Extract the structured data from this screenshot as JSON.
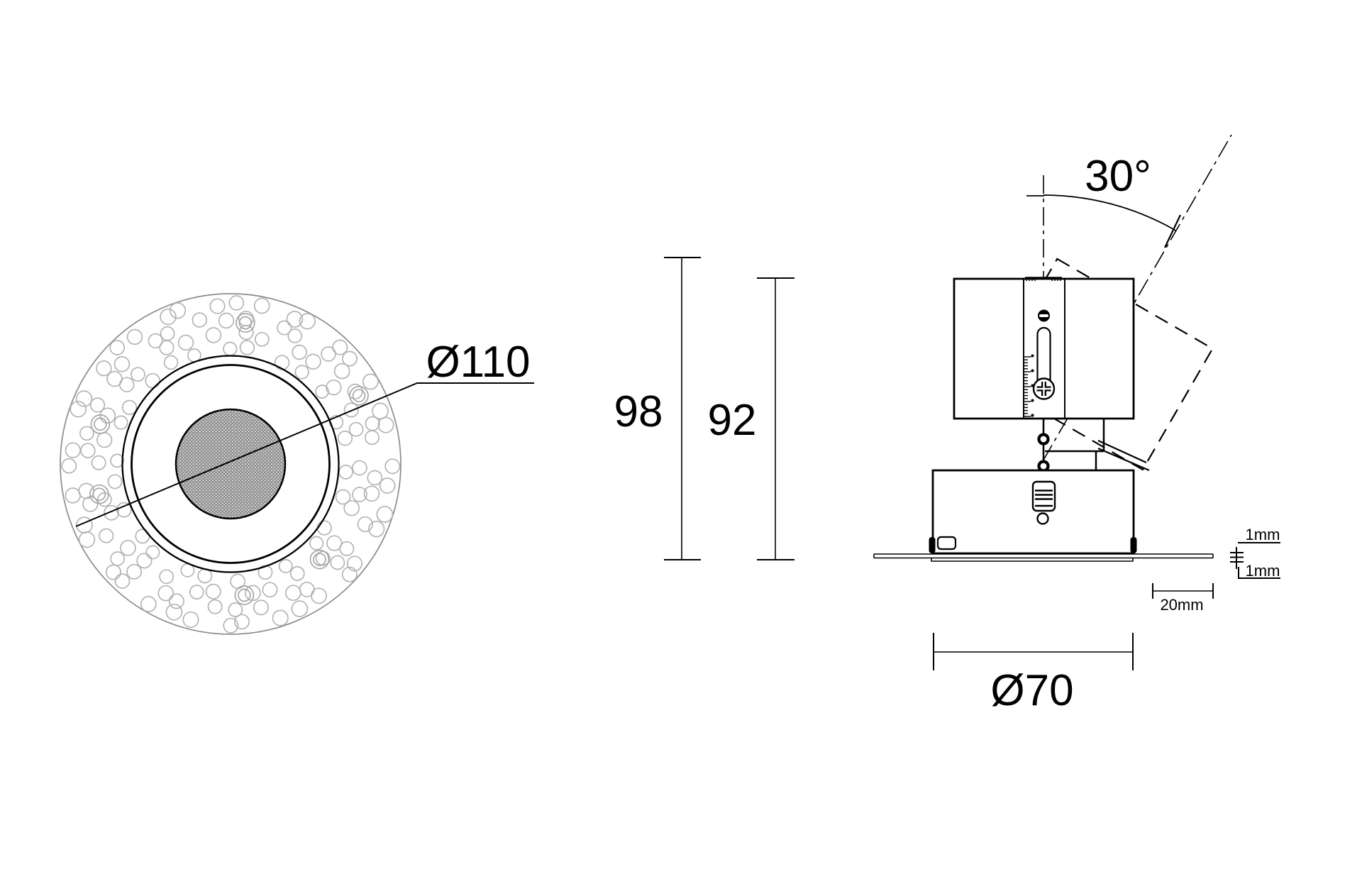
{
  "drawing": {
    "top_view": {
      "diameter_label": "Ø110"
    },
    "side_view": {
      "overall_height_label": "98",
      "recessed_height_label": "92",
      "tilt_angle_label": "30°",
      "cutout_diameter_label": "Ø70",
      "side_clearance_label": "20mm",
      "gap_top_label": "1mm",
      "gap_bottom_label": "1mm"
    },
    "colors": {
      "line": "#000000",
      "gray_line": "#8c8c8c",
      "hole_line": "#b4b4b4",
      "double_hole_line": "#a6a6a6",
      "lens_fill": "#8f8f8f",
      "background": "#ffffff"
    }
  }
}
